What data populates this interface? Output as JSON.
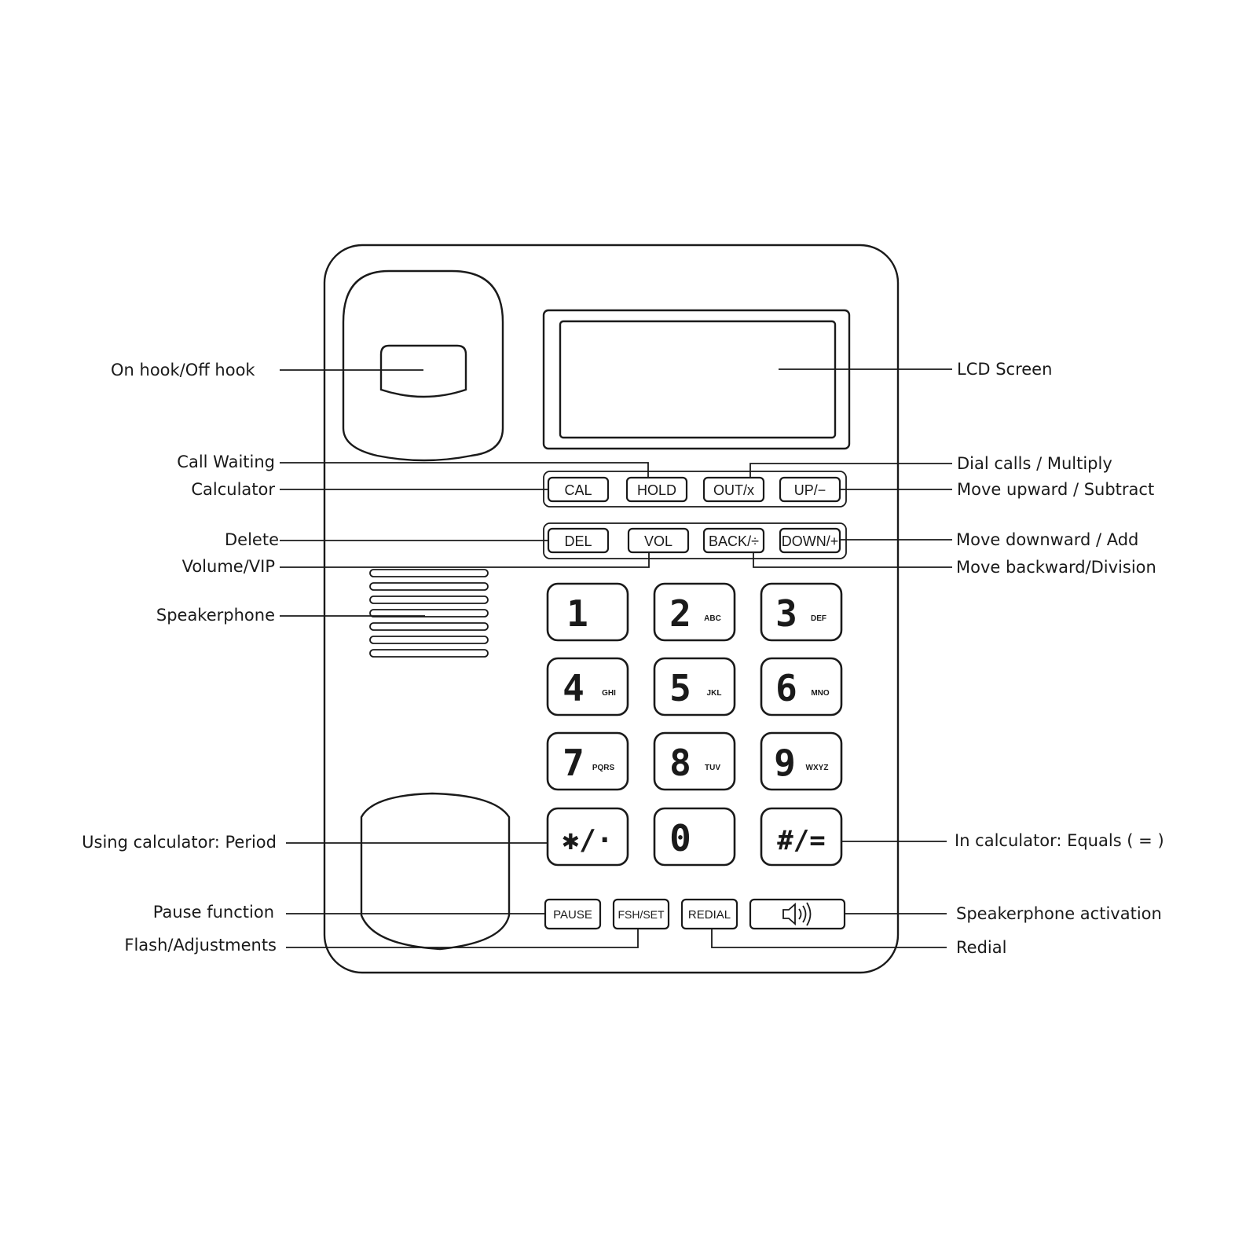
{
  "callouts": {
    "hook": "On hook/Off hook",
    "lcd": "LCD Screen",
    "call_waiting": "Call Waiting",
    "calculator": "Calculator",
    "dial_multiply": "Dial calls / Multiply",
    "up_subtract": "Move upward / Subtract",
    "delete": "Delete",
    "volume_vip": "Volume/VIP",
    "down_add": "Move downward / Add",
    "back_division": "Move backward/Division",
    "speakerphone": "Speakerphone",
    "period": "Using calculator: Period",
    "equals": "In calculator: Equals ( = )",
    "pause": "Pause function",
    "flash": "Flash/Adjustments",
    "speaker_activation": "Speakerphone activation",
    "redial": "Redial"
  },
  "function_keys": {
    "row1": [
      "CAL",
      "HOLD",
      "OUT/x",
      "UP/−"
    ],
    "row2": [
      "DEL",
      "VOL",
      "BACK/÷",
      "DOWN/+"
    ]
  },
  "keypad": [
    {
      "digit": "1",
      "letters": ""
    },
    {
      "digit": "2",
      "letters": "ABC"
    },
    {
      "digit": "3",
      "letters": "DEF"
    },
    {
      "digit": "4",
      "letters": "GHI"
    },
    {
      "digit": "5",
      "letters": "JKL"
    },
    {
      "digit": "6",
      "letters": "MNO"
    },
    {
      "digit": "7",
      "letters": "PQRS"
    },
    {
      "digit": "8",
      "letters": "TUV"
    },
    {
      "digit": "9",
      "letters": "WXYZ"
    },
    {
      "digit": "✱/·",
      "letters": ""
    },
    {
      "digit": "0",
      "letters": ""
    },
    {
      "digit": "#/=",
      "letters": ""
    }
  ],
  "bottom_keys": [
    "PAUSE",
    "FSH/SET",
    "REDIAL"
  ],
  "icons": {
    "speaker_key": "speaker-volume-icon"
  }
}
